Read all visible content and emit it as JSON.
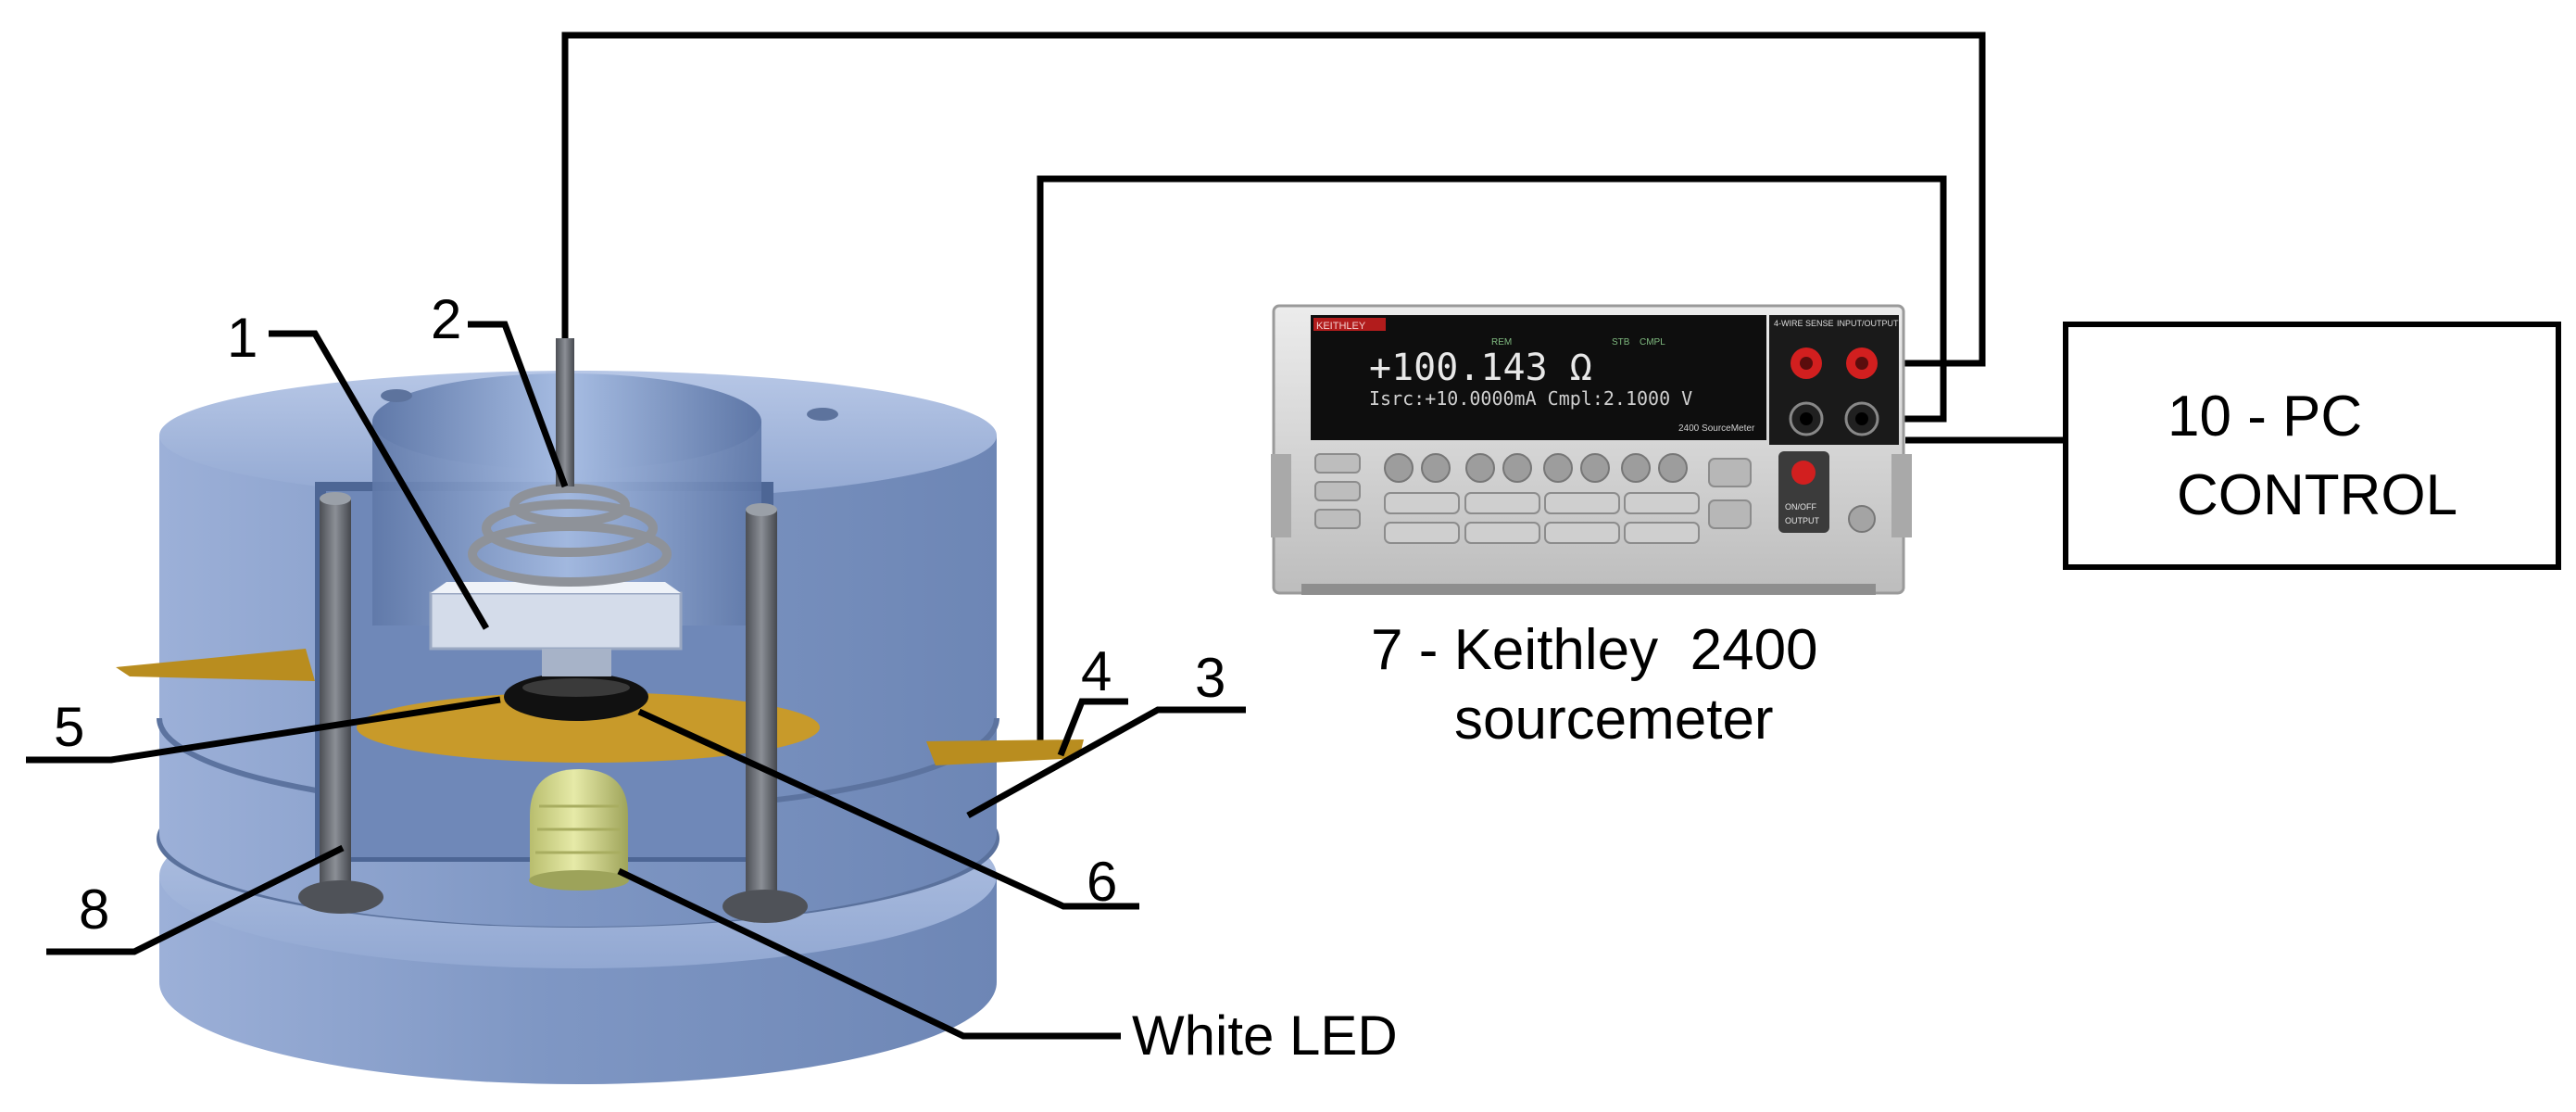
{
  "colors": {
    "body": "#7f97c4",
    "body_light": "#a8bbe0",
    "body_dark": "#5f77a3",
    "gold": "#c89a2a",
    "led": "#d7dc94",
    "wire": "#000000",
    "meter_panel": "#dadada",
    "meter_display": "#0e0e0e",
    "terminal_red": "#d21f1f",
    "display_text": "#e8e8e8"
  },
  "icons": {
    "sample": "sample-plate-icon",
    "spiral": "spiral-contact-icon",
    "ring": "o-ring-icon",
    "led": "white-led-icon",
    "meter": "sourcemeter-icon"
  },
  "labels": {
    "n1": "1",
    "n2": "2",
    "n3": "3",
    "n4": "4",
    "n5": "5",
    "n6": "6",
    "n8": "8",
    "led": "White LED",
    "keithley_line1": "7 - Keithley  2400",
    "keithley_line2": "sourcemeter",
    "pc_line1": "10 - PC",
    "pc_line2": "CONTROL"
  },
  "meter": {
    "brand": "KEITHLEY",
    "reading": "+100.143 Ω",
    "status_line": "Isrc:+10.0000mA   Cmpl:2.1000 V",
    "model": "2400 SourceMeter",
    "flag_a": "REM",
    "flag_b": "STB",
    "flag_c": "CMPL",
    "term_top": "INPUT/OUTPUT",
    "term_sense": "4-WIRE SENSE",
    "onoff": "ON/OFF",
    "output": "OUTPUT"
  }
}
